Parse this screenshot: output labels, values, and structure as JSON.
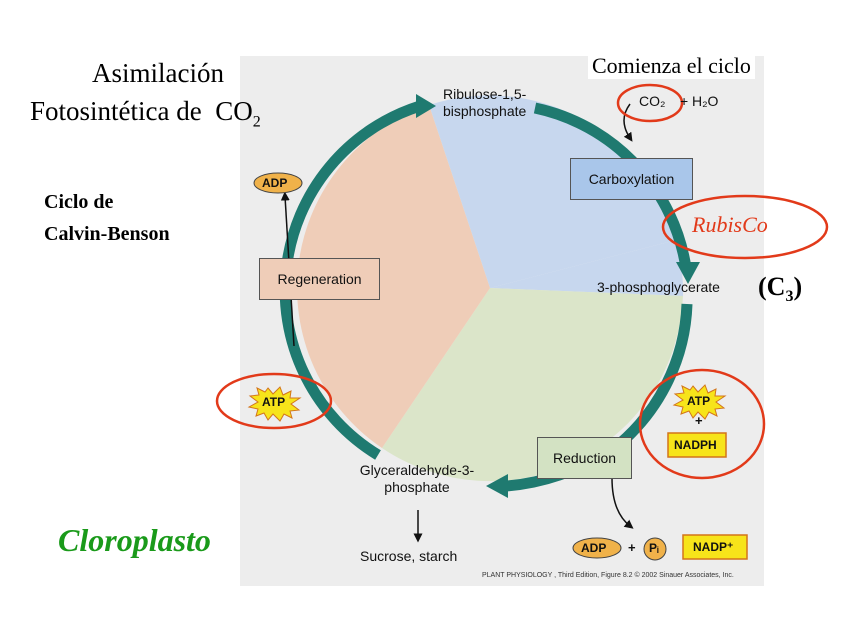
{
  "titles": {
    "line1": "Asimilación",
    "line2": "Fotosintética de",
    "co2_base": "CO",
    "co2_sub": "2"
  },
  "cycle_name": {
    "line1": "Ciclo de",
    "line2": "Calvin-Benson"
  },
  "location": "Cloroplasto",
  "start_note": "Comienza el ciclo",
  "inputs": {
    "co2": "CO₂",
    "plus": "+",
    "h2o": "H₂O"
  },
  "nodes": {
    "rubp_line1": "Ribulose-1,5-",
    "rubp_line2": "bisphosphate",
    "pga": "3-phosphoglycerate",
    "g3p_line1": "Glyceraldehyde-3-",
    "g3p_line2": "phosphate",
    "products": "Sucrose, starch"
  },
  "stages": {
    "carboxylation": "Carboxylation",
    "reduction": "Reduction",
    "regeneration": "Regeneration"
  },
  "enzyme": "RubisCo",
  "c3_label": {
    "base": "(C",
    "sub": "3",
    "close": ")"
  },
  "cofactors": {
    "atp": "ATP",
    "adp": "ADP",
    "nadph": "NADPH",
    "nadp": "NADP⁺",
    "pi": "Pᵢ",
    "plus": "+"
  },
  "credit": "PLANT PHYSIOLOGY , Third Edition, Figure 8.2  © 2002 Sinauer Associates, Inc.",
  "colors": {
    "arrow": "#1f7a70",
    "carboxylation_sector": "#c7d7ee",
    "reduction_sector": "#dbe5c9",
    "regeneration_sector": "#efcdb8",
    "highlight": "#e23a1a",
    "location_text": "#1a9a1a"
  }
}
